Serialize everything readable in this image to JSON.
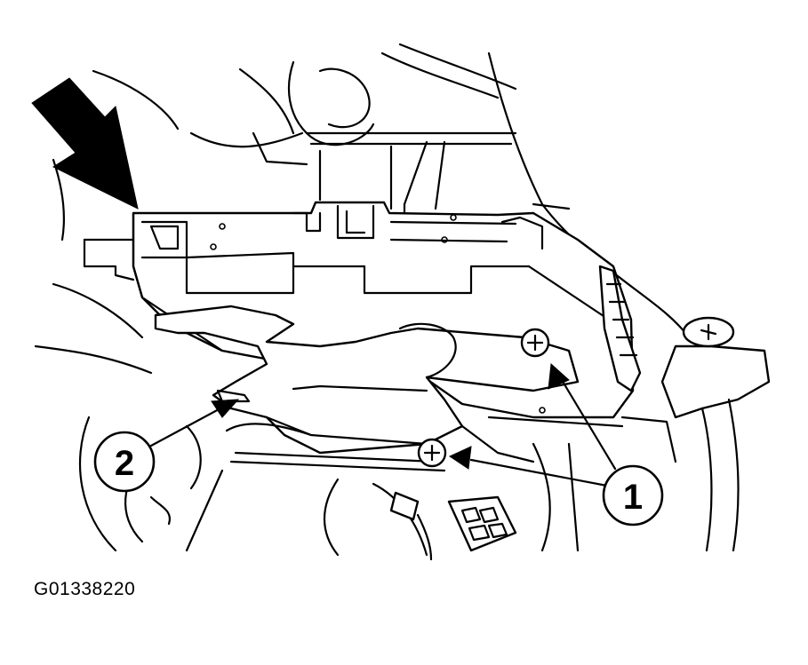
{
  "figure": {
    "code": "G01338220"
  },
  "callouts": [
    {
      "label": "2"
    },
    {
      "label": "1"
    }
  ],
  "colors": {
    "ink": "#000000",
    "paper": "#ffffff"
  }
}
